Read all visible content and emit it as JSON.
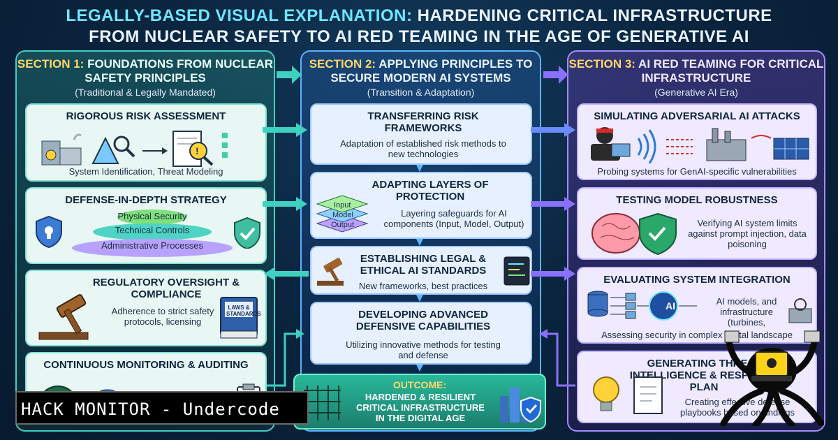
{
  "title": {
    "line1_highlight": "LEGALLY-BASED VISUAL EXPLANATION:",
    "line1_rest": "HARDENING CRITICAL INFRASTRUCTURE",
    "line2": "FROM NUCLEAR SAFETY TO AI RED TEAMING IN THE AGE OF GENERATIVE AI"
  },
  "sections": [
    {
      "num": "SECTION 1:",
      "title": "FOUNDATIONS FROM NUCLEAR SAFETY PRINCIPLES",
      "subtitle": "(Traditional & Legally Mandated)",
      "cards": [
        {
          "title": "RIGOROUS RISK ASSESSMENT",
          "text": "System Identification, Threat Modeling"
        },
        {
          "title": "DEFENSE-IN-DEPTH STRATEGY",
          "layers": [
            "Physical Security",
            "Technical Controls",
            "Administrative Processes"
          ]
        },
        {
          "title": "REGULATORY OVERSIGHT & COMPLIANCE",
          "text": "Adherence to strict safety protocols, licensing",
          "book_label": "LAWS & STANDARDS"
        },
        {
          "title": "CONTINUOUS MONITORING & AUDITING",
          "text": ""
        }
      ]
    },
    {
      "num": "SECTION 2:",
      "title": "APPLYING PRINCIPLES TO SECURE MODERN AI SYSTEMS",
      "subtitle": "(Transition & Adaptation)",
      "cards": [
        {
          "title": "TRANSFERRING RISK FRAMEWORKS",
          "text": "Adaptation of established risk methods to new technologies"
        },
        {
          "title": "ADAPTING LAYERS OF PROTECTION",
          "text": "Layering safeguards for AI components (Input, Model, Output)",
          "stack": [
            "Input",
            "Model",
            "Output"
          ]
        },
        {
          "title": "ESTABLISHING LEGAL & ETHICAL AI STANDARDS",
          "text": "New frameworks, best practices"
        },
        {
          "title": "DEVELOPING ADVANCED DEFENSIVE CAPABILITIES",
          "text": "Utilizing innovative methods for testing and defense"
        }
      ],
      "outcome": {
        "label": "OUTCOME:",
        "text": "HARDENED & RESILIENT CRITICAL INFRASTRUCTURE IN THE DIGITAL AGE"
      }
    },
    {
      "num": "SECTION 3:",
      "title": "AI RED TEAMING FOR CRITICAL INFRASTRUCTURE",
      "subtitle": "(Generative AI Era)",
      "cards": [
        {
          "title": "SIMULATING ADVERSARIAL AI ATTACKS",
          "text": "Probing systems for GenAI-specific vulnerabilities"
        },
        {
          "title": "TESTING MODEL ROBUSTNESS",
          "text": "Verifying AI system limits against prompt injection, data poisoning"
        },
        {
          "title": "EVALUATING SYSTEM INTEGRATION",
          "text": "AI models, and infrastructure (turbines,",
          "text2": "Assessing security in complex digital landscape",
          "ai_label": "AI"
        },
        {
          "title": "GENERATING THREAT INTELLIGENCE & RESPONSE PLAN",
          "text": "Creating effective defense playbooks based on findings"
        }
      ]
    }
  ],
  "watermark": "HACK MONITOR - Undercode"
}
